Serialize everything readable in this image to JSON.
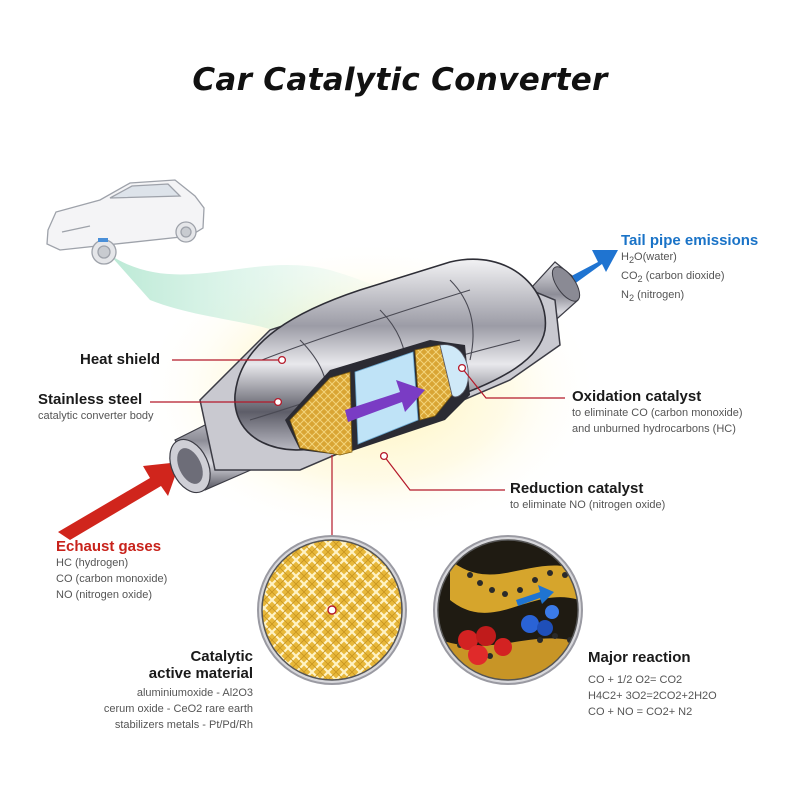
{
  "title": "Car Catalytic Converter",
  "tail_pipe": {
    "label": "Tail pipe emissions",
    "items": [
      {
        "pre": "H",
        "sub": "2",
        "post": "O(water)"
      },
      {
        "pre": "CO",
        "sub": "2",
        "post": " (carbon dioxide)"
      },
      {
        "pre": "N",
        "sub": "2",
        "post": " (nitrogen)"
      }
    ]
  },
  "heat_shield": {
    "label": "Heat shield"
  },
  "stainless_steel": {
    "label": "Stainless steel",
    "desc": "catalytic converter body"
  },
  "oxidation_catalyst": {
    "label": "Oxidation catalyst",
    "desc": [
      "to eliminate CO (carbon monoxide)",
      "and unburned hydrocarbons (HC)"
    ]
  },
  "reduction_catalyst": {
    "label": "Reduction catalyst",
    "desc": "to eliminate NO (nitrogen oxide)"
  },
  "exhaust_gases": {
    "label": "Echaust gases",
    "items": [
      "HC (hydrogen)",
      "CO (carbon monoxide)",
      "NO (nitrogen oxide)"
    ]
  },
  "catalytic_material": {
    "label_line1": "Catalytic",
    "label_line2": "active material",
    "items": [
      "aluminiumoxide - Al2O3",
      "cerum oxide - CeO2 rare earth",
      "stabilizers metals - Pt/Pd/Rh"
    ]
  },
  "major_reaction": {
    "label": "Major reaction",
    "equations": [
      "CO + 1/2 O2= CO2",
      "H4C2+ 3O2=2CO2+2H2O",
      "CO + NO = CO2+ N2"
    ]
  },
  "colors": {
    "blue_label": "#1a73c7",
    "red_label": "#c8221b",
    "leader_line": "#b5192a",
    "blue_arrow": "#1f74d1",
    "red_arrow": "#d0251c",
    "purple_arrow": "#7a3cc4",
    "honeycomb": "#e8b83a"
  }
}
